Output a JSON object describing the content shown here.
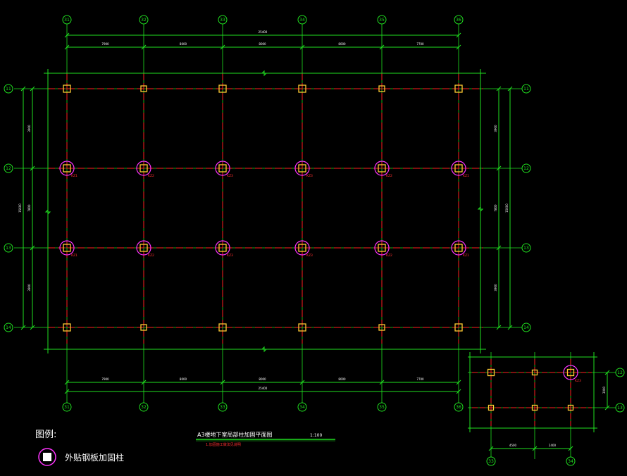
{
  "colors": {
    "background": "#000000",
    "grid_line": "#ff2020",
    "dimension_line": "#20e020",
    "column_box": "#ffcc33",
    "reinforce_marker": "#ff33ff",
    "text_white": "#ffffff",
    "annotation_red": "#ff3030",
    "axis_bubble": "#20e020"
  },
  "main_plan": {
    "top_axis_labels": [
      "31",
      "32",
      "33",
      "34",
      "35",
      "36"
    ],
    "bottom_axis_labels": [
      "31",
      "32",
      "33",
      "34",
      "35",
      "36"
    ],
    "left_axis_labels": [
      "11",
      "12",
      "13",
      "14"
    ],
    "right_axis_labels": [
      "11",
      "12",
      "13",
      "14"
    ],
    "top_total_dim": "25400",
    "top_spacing_dims": [
      "7900",
      "8000",
      "8000",
      "8000",
      "7700"
    ],
    "bottom_spacing_dims": [
      "7900",
      "8000",
      "8000",
      "8000",
      "7700"
    ],
    "bottom_total_dim": "25400",
    "left_total_dim": "15600",
    "left_spacing_dims": [
      "3900",
      "7800",
      "3900"
    ],
    "right_total_dim": "15600",
    "right_spacing_dims": [
      "3900",
      "7800",
      "3900"
    ],
    "row2_tags": [
      "KZ1",
      "KZ2",
      "KZ3",
      "KZ3",
      "KZ2",
      "KZ1"
    ],
    "row3_tags": [
      "KZ1",
      "KZ2",
      "KZ3",
      "KZ3",
      "KZ2",
      "KZ1"
    ]
  },
  "detail_plan": {
    "bottom_axis_labels": [
      "33",
      "34"
    ],
    "right_axis_labels": [
      "12",
      "13"
    ],
    "bottom_dims": [
      "4500",
      "2400"
    ],
    "right_dim": "3000",
    "tag": "KZ3"
  },
  "title_block": {
    "title": "A3楼地下室局部柱加固平面图",
    "scale": "1:100",
    "note": "1.加固施工做法见说明"
  },
  "legend": {
    "heading": "图例:",
    "item_label": "外贴钢板加固柱"
  }
}
